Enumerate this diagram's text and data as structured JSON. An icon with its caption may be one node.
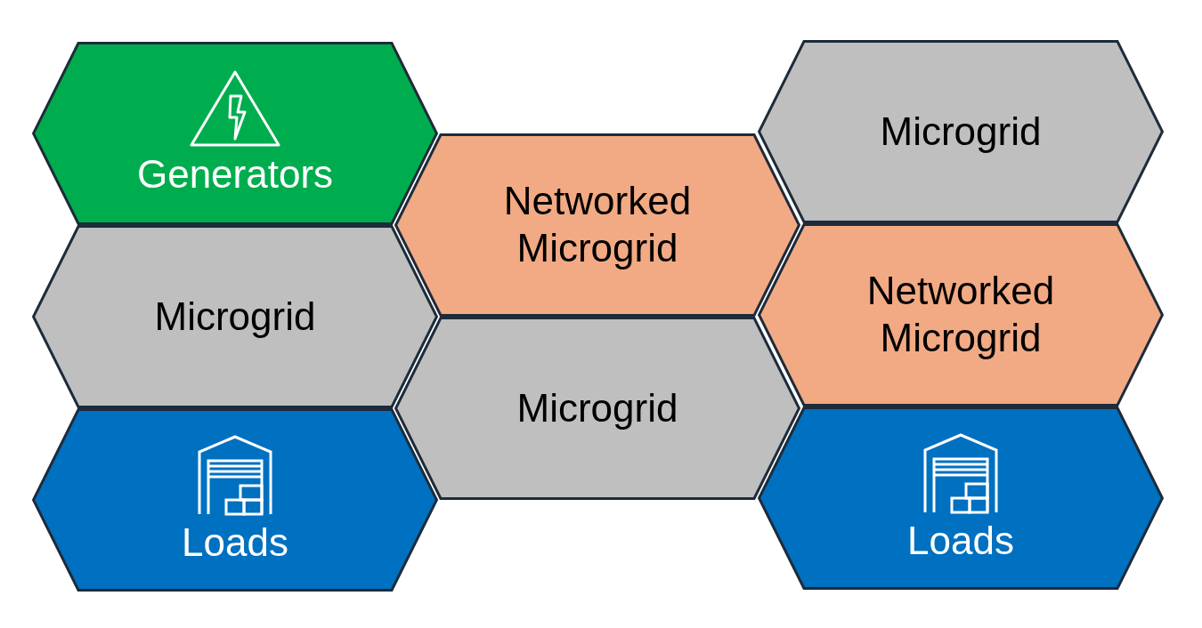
{
  "diagram": {
    "nodes": [
      {
        "text": [
          "Generators"
        ]
      },
      {
        "text": [
          "Networked Microgrid"
        ]
      },
      {
        "text": [
          "Microgrid"
        ]
      },
      {
        "text": [
          "Microgrid"
        ]
      },
      {
        "text": [
          "Networked Microgrid"
        ]
      },
      {
        "text": [
          "Microgrid"
        ]
      },
      {
        "text": [
          "Loads"
        ]
      },
      {
        "text": [
          "Loads"
        ]
      }
    ]
  }
}
